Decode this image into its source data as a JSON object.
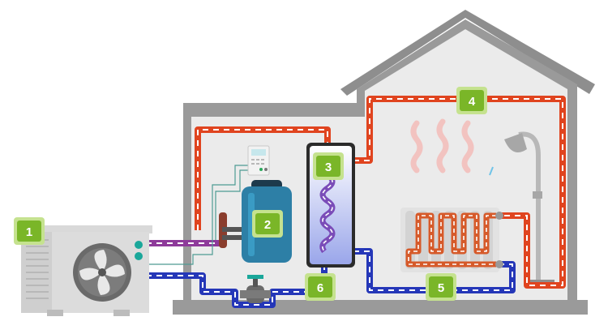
{
  "diagram": {
    "components": [
      {
        "id": "outdoor-unit",
        "number": "1"
      },
      {
        "id": "buffer-tank",
        "number": "2"
      },
      {
        "id": "hot-water-cylinder",
        "number": "3"
      },
      {
        "id": "underfloor-heating",
        "number": "4"
      },
      {
        "id": "radiator",
        "number": "5"
      },
      {
        "id": "valve",
        "number": "6"
      }
    ],
    "colors": {
      "house_wall": "#9a9a9a",
      "interior": "#ebebeb",
      "hot_pipe": "#e0441f",
      "cold_pipe": "#2537b8",
      "refrigerant_pipe": "#8e3a9a",
      "badge": "#7ab628",
      "badge_border": "#c5e28f",
      "tank": "#2d7fa6",
      "heat_waves": "#f2c3c0"
    },
    "icons": [
      "fan-icon",
      "thermostat-icon",
      "shower-icon",
      "heat-waves-icon",
      "valve-icon"
    ]
  }
}
